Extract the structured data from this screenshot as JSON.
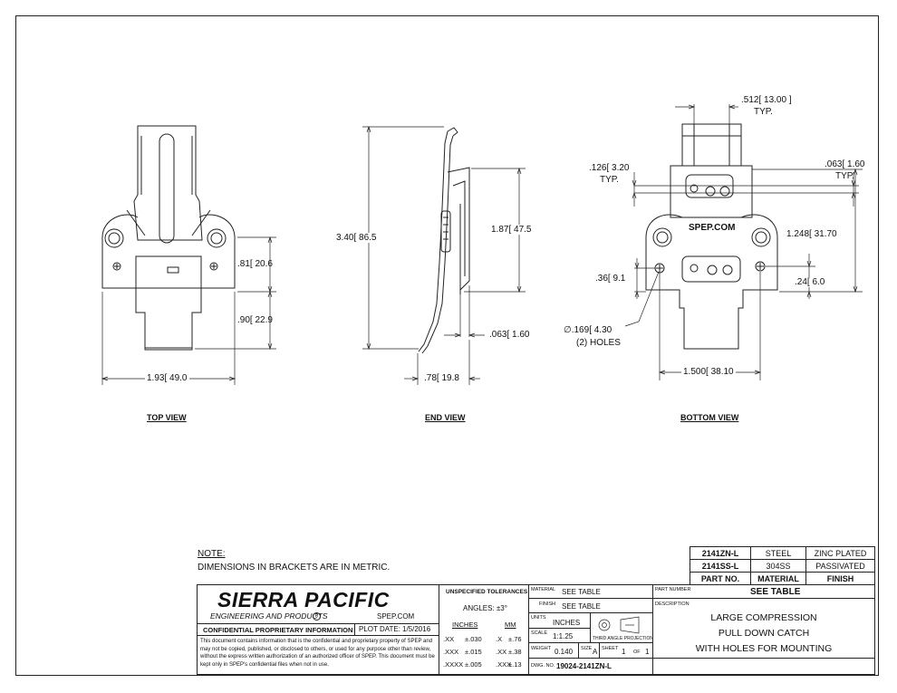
{
  "views": {
    "top": "TOP VIEW",
    "end": "END VIEW",
    "bottom": "BOTTOM  VIEW"
  },
  "dims": {
    "top_81": ".81",
    "top_81m": "20.6",
    "top_90": ".90",
    "top_90m": "22.9",
    "top_193": "1.93",
    "top_193m": "49.0",
    "end_340": "3.40",
    "end_340m": "86.5",
    "end_187": "1.87",
    "end_187m": "47.5",
    "end_063": ".063",
    "end_063m": "1.60",
    "end_78": ".78",
    "end_78m": "19.8",
    "bot_512": ".512",
    "bot_512m": "13.00",
    "bot_typ1": "TYP.",
    "bot_126": ".126",
    "bot_126m": "3.20",
    "bot_typ2": "TYP.",
    "bot_063": ".063",
    "bot_063m": "1.60",
    "bot_typ3": "TYP.",
    "bot_1248": "1.248",
    "bot_1248m": "31.70",
    "bot_36": ".36",
    "bot_36m": "9.1",
    "bot_24": ".24",
    "bot_24m": "6.0",
    "bot_169": "∅.169",
    "bot_169m": "4.30",
    "bot_holes": "(2) HOLES",
    "bot_1500": "1.500",
    "bot_1500m": "38.10",
    "logo_text": "SPEP.COM"
  },
  "note": {
    "title": "NOTE:",
    "text": "DIMENSIONS IN BRACKETS ARE IN METRIC."
  },
  "parts_table": {
    "rows": [
      [
        "2141ZN-L",
        "STEEL",
        "ZINC PLATED"
      ],
      [
        "2141SS-L",
        "304SS",
        "PASSIVATED"
      ]
    ],
    "header": [
      "PART NO.",
      "MATERIAL",
      "FINISH"
    ]
  },
  "title_block": {
    "company": "SIERRA PACIFIC",
    "company_sub": "ENGINEERING AND PRODUCTS",
    "company_reg": "R",
    "company_url": "SPEP.COM",
    "confidential": "CONFIDENTIAL PROPRIETARY INFORMATION",
    "plot_date_label": "PLOT DATE:",
    "plot_date": "1/5/2016",
    "disclaimer": "This document contains information that is the confidential and proprietary property of SPEP and may not be copied, published, or disclosed to others, or used for any purpose other than review, without the express written authorization of an authorized officer of SPEP. This document must be kept only in SPEP's confidential files when not in use.",
    "tol_title": "UNSPECIFIED TOLERANCES",
    "angles": "ANGLES: ±3°",
    "inches": "INCHES",
    "mm": "MM",
    "tol_rows": [
      [
        ".XX",
        "±.030",
        ".X",
        "±.76"
      ],
      [
        ".XXX",
        "±.015",
        ".XX",
        "±.38"
      ],
      [
        ".XXXX",
        "±.005",
        ".XXX",
        "±.13"
      ]
    ],
    "material_label": "MATERIAL",
    "material": "SEE TABLE",
    "finish_label": "FINISH",
    "finish": "SEE TABLE",
    "units_label": "UNITS",
    "units": "INCHES",
    "projection": "THIRD ANGLE PROJECTION",
    "scale_label": "SCALE",
    "scale": "1:1.25",
    "weight_label": "WEIGHT",
    "weight": "0.140",
    "size_label": "SIZE",
    "size": "A",
    "sheet_label": "SHEET",
    "sheet_num": "1",
    "sheet_of": "OF",
    "sheet_total": "1",
    "dwg_label": "DWG. NO.",
    "dwg_no": "19024-2141ZN-L",
    "part_number_label": "PART NUMBER",
    "part_number": "SEE TABLE",
    "description_label": "DESCRIPTION",
    "desc_lines": [
      "LARGE COMPRESSION",
      "PULL DOWN CATCH",
      "WITH HOLES FOR MOUNTING"
    ]
  }
}
